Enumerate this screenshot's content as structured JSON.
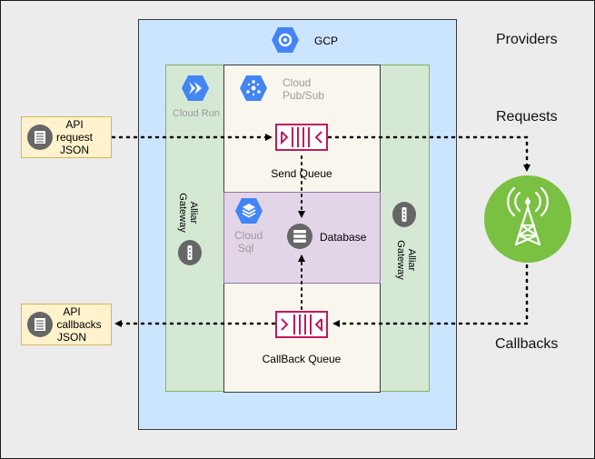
{
  "providers_title": "Providers",
  "requests_title": "Requests",
  "callbacks_title": "Callbacks",
  "gcp": {
    "label": "GCP",
    "icon": "gcp-hexagon-icon"
  },
  "cloud_run": {
    "label": "Cloud Run",
    "icon": "cloud-run-icon"
  },
  "pubsub": {
    "label_line1": "Cloud",
    "label_line2": "Pub/Sub",
    "icon": "pubsub-icon"
  },
  "cloud_sql": {
    "label_line1": "Cloud",
    "label_line2": "Sql",
    "icon": "cloud-sql-icon"
  },
  "database": {
    "label": "Database",
    "icon": "database-icon"
  },
  "send_queue": {
    "label": "Send Queue",
    "icon": "queue-icon"
  },
  "callback_queue": {
    "label": "CallBack Queue",
    "icon": "queue-icon"
  },
  "gateway_left": {
    "line1": "Alliar",
    "line2": "Gateway"
  },
  "gateway_right": {
    "line1": "Alliar",
    "line2": "Gateway"
  },
  "api_request": {
    "line1": "API",
    "line2": "request",
    "line3": "JSON",
    "icon": "document-list-icon"
  },
  "api_callbacks": {
    "line1": "API",
    "line2": "callbacks",
    "line3": "JSON",
    "icon": "document-list-icon"
  },
  "provider_icon": "radio-tower-icon",
  "colors": {
    "gcp_fill": "#cce5ff",
    "gcp_border": "#36393d",
    "gateway_fill": "#d5e8d4",
    "gateway_border": "#82b366",
    "pubsub_fill": "#f9f7ed",
    "sql_fill": "#e1d5e7",
    "sql_border": "#9673a6",
    "api_fill": "#fff2cc",
    "api_border": "#d6b656",
    "gcp_blue": "#4285f4",
    "queue_red": "#c2185b",
    "tower_green": "#7ac143",
    "icon_gray": "#666666"
  }
}
